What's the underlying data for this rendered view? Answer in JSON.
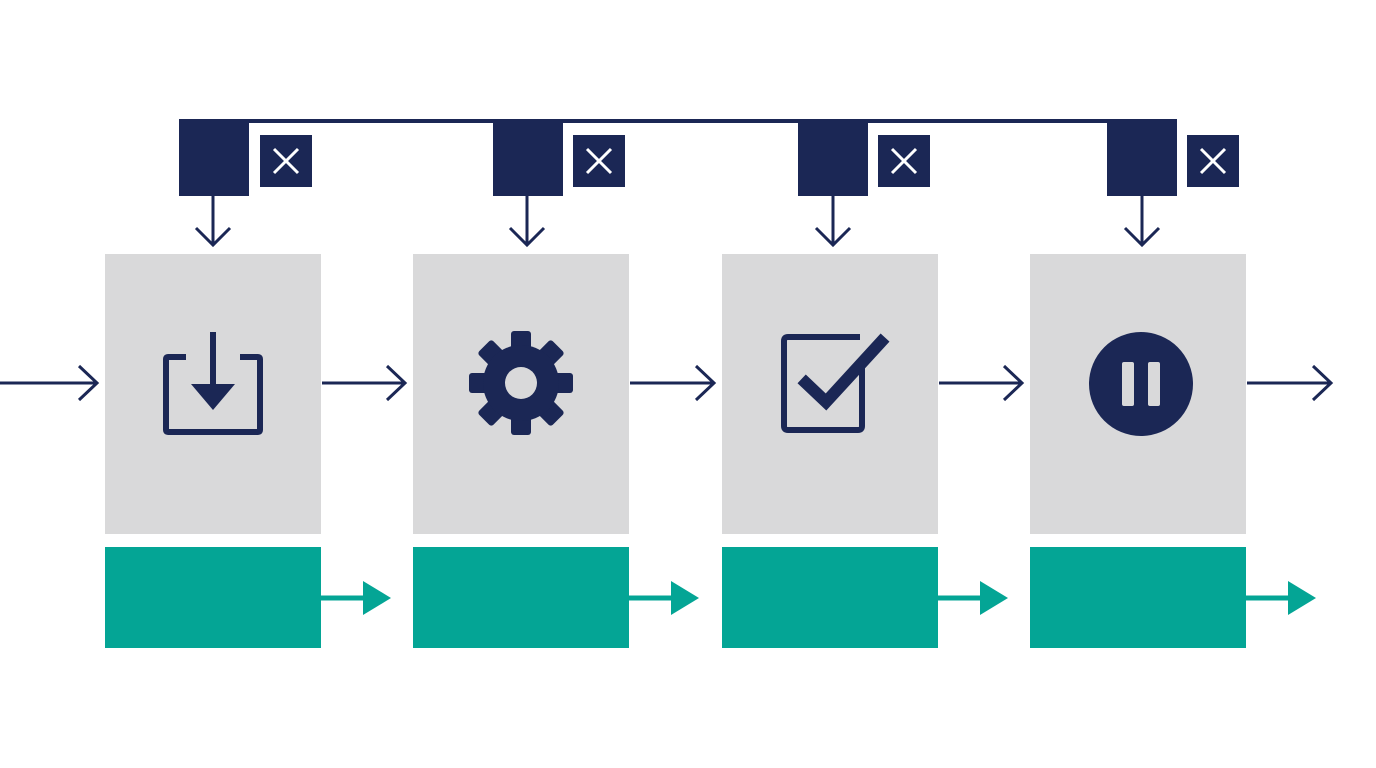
{
  "colors": {
    "navy": "#1b2755",
    "stage_gray": "#d9d9da",
    "teal": "#04a595",
    "background": "#ffffff",
    "icon_stroke_light": "#ffffff"
  },
  "stages": [
    {
      "id": "stage-1",
      "icon": "download-icon"
    },
    {
      "id": "stage-2",
      "icon": "gear-icon"
    },
    {
      "id": "stage-3",
      "icon": "checkbox-icon"
    },
    {
      "id": "stage-4",
      "icon": "pause-icon"
    }
  ],
  "controls": {
    "close_icon": "close-icon",
    "bus": "control-bus"
  }
}
